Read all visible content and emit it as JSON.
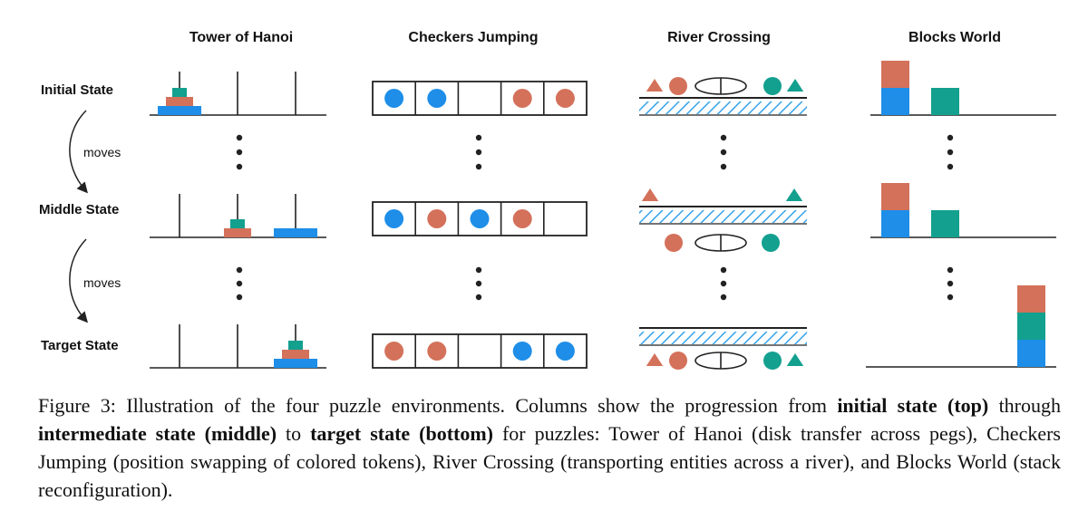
{
  "columns": {
    "hanoi": "Tower of Hanoi",
    "checkers": "Checkers Jumping",
    "river": "River Crossing",
    "blocks": "Blocks World"
  },
  "rows": {
    "initial": "Initial State",
    "middle": "Middle State",
    "target": "Target State"
  },
  "moves": [
    "moves",
    "moves"
  ],
  "colors": {
    "blue": "#1e8ee8",
    "orange": "#d4715a",
    "teal": "#13a08f",
    "line": "#222222"
  },
  "caption": {
    "lead": "Figure 3: Illustration of the four puzzle environments. Columns show the progression from ",
    "b1": "initial state (top)",
    "t1": " through ",
    "b2": "intermediate state (middle)",
    "t2": " to ",
    "b3": "target state (bottom)",
    "t3": " for puzzles: Tower of Hanoi (disk transfer across pegs), Checkers Jumping (position swapping of colored tokens), River Crossing (transporting entities across a river), and Blocks World (stack reconfiguration)."
  },
  "hanoi_states": {
    "initial": [
      [
        "large",
        "medium",
        "small"
      ],
      [],
      []
    ],
    "middle": [
      [],
      [
        "medium",
        "small"
      ],
      [
        "large"
      ]
    ],
    "target": [
      [],
      [],
      [
        "large",
        "medium",
        "small"
      ]
    ]
  },
  "checkers_states": {
    "initial": [
      "blue",
      "blue",
      "empty",
      "orange",
      "orange"
    ],
    "middle": [
      "blue",
      "orange",
      "blue",
      "orange",
      "empty"
    ],
    "target": [
      "orange",
      "orange",
      "empty",
      "blue",
      "blue"
    ]
  },
  "river_states": {
    "initial": "all-top",
    "middle": "split",
    "target": "all-bottom"
  },
  "blocks_states": {
    "initial": [
      [
        "blue",
        "orange"
      ],
      [
        "teal"
      ],
      []
    ],
    "middle": [
      [
        "blue",
        "orange"
      ],
      [
        "teal"
      ],
      []
    ],
    "target": [
      [],
      [],
      [
        "blue",
        "teal",
        "orange"
      ]
    ]
  }
}
